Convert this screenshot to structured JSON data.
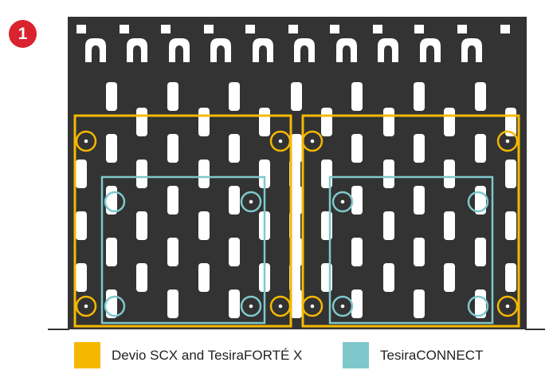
{
  "step": {
    "number": "1",
    "color": "#d9232e"
  },
  "colors": {
    "panel": "#333333",
    "hole": "#ffffff",
    "outline": "#333333",
    "devio": "#f5b800",
    "tesiraconnect": "#7ec8cc"
  },
  "legend": [
    {
      "label": "Devio SCX and TesiraFORTÉ X",
      "color": "#f5b800"
    },
    {
      "label": "TesiraCONNECT",
      "color": "#7ec8cc"
    }
  ]
}
